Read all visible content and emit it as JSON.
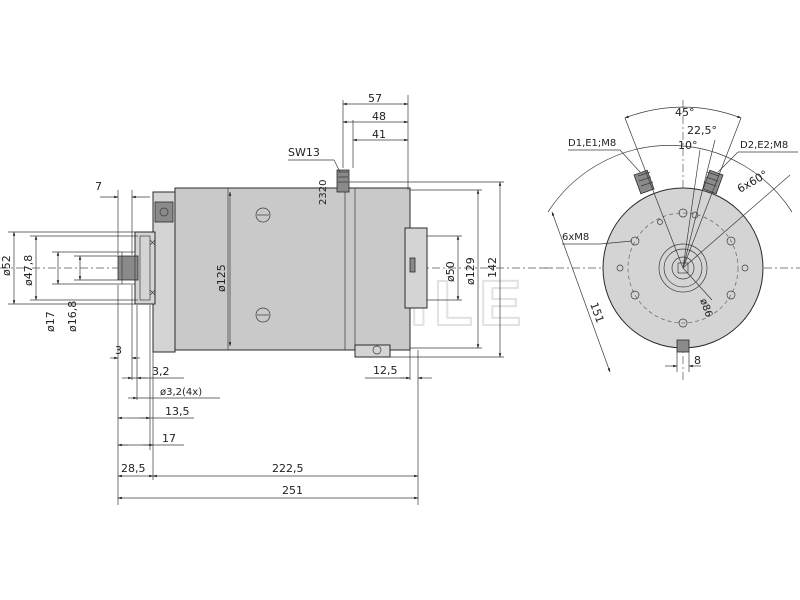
{
  "watermark": "MAHLE",
  "side_view": {
    "top_dims": [
      "57",
      "48",
      "41"
    ],
    "label_sw": "SW13",
    "label_7": "7",
    "left_dims": [
      "ø52",
      "ø47,8",
      "ø17",
      "ø16,8"
    ],
    "body_dims": [
      "ø125",
      "ø50",
      "ø129",
      "142"
    ],
    "bottom_dims": [
      "3",
      "3,2",
      "ø3,2(4x)",
      "13,5",
      "17",
      "28,5",
      "222,5",
      "251",
      "12,5"
    ],
    "stamp": "2320"
  },
  "end_view": {
    "angle_labels": [
      "45°",
      "22,5°",
      "10°",
      "6x60°"
    ],
    "terminal_labels": [
      "D1,E1;M8",
      "D2,E2;M8"
    ],
    "thread_label": "6xM8",
    "dims": [
      "151",
      "ø86",
      "8"
    ]
  }
}
